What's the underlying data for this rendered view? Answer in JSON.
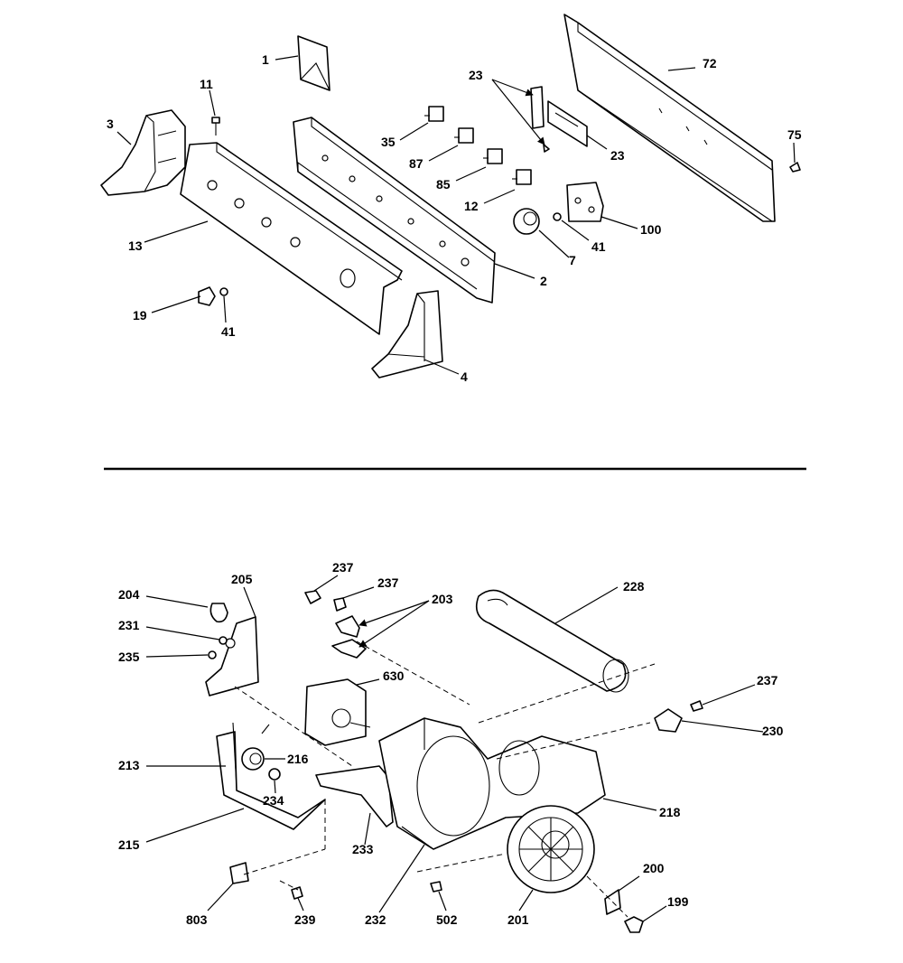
{
  "upper_section": {
    "callouts": [
      "1",
      "11",
      "3",
      "13",
      "19",
      "41",
      "2",
      "4",
      "35",
      "87",
      "85",
      "12",
      "23",
      "7",
      "41",
      "100",
      "72",
      "75",
      "23"
    ]
  },
  "lower_section": {
    "callouts": [
      "204",
      "205",
      "231",
      "235",
      "237",
      "237",
      "203",
      "228",
      "630",
      "237",
      "230",
      "216",
      "213",
      "234",
      "215",
      "233",
      "218",
      "803",
      "239",
      "232",
      "502",
      "201",
      "200",
      "199"
    ]
  }
}
